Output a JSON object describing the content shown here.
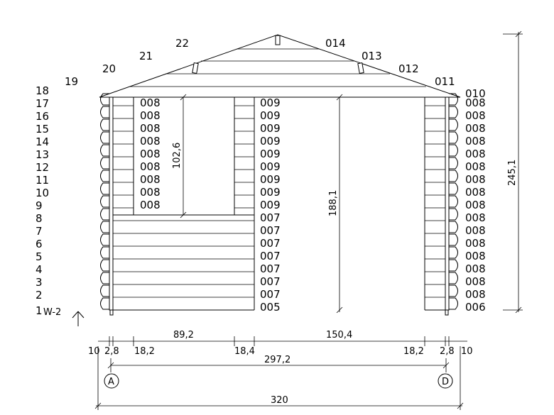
{
  "row_numbers": [
    "1",
    "2",
    "3",
    "4",
    "5",
    "6",
    "7",
    "8",
    "9",
    "10",
    "11",
    "12",
    "13",
    "14",
    "15",
    "16",
    "17",
    "18"
  ],
  "gable_left_numbers": [
    "19",
    "20",
    "21",
    "22"
  ],
  "gable_right_codes": [
    "011",
    "012",
    "013",
    "014"
  ],
  "window_log_code": "008",
  "door_log_code": "009",
  "front_low_code": "007",
  "bottom_left_code": "005",
  "right_wall_codes": {
    "bottom": "006",
    "row": "008",
    "top": "010"
  },
  "wall_label": "W-2",
  "dimensions": {
    "window_height": "102,6",
    "door_height": "188,1",
    "total_height": "245,1",
    "window_width": "89,2",
    "door_width": "150,4",
    "edge_left": "10",
    "edge_right": "10",
    "post_left": "2,8",
    "post_right": "2,8",
    "segment_left": "18,2",
    "segment_mid": "18,4",
    "segment_right": "18,2",
    "axis_span": "297,2",
    "overall": "320"
  },
  "axis_markers": {
    "left": "A",
    "right": "D"
  }
}
